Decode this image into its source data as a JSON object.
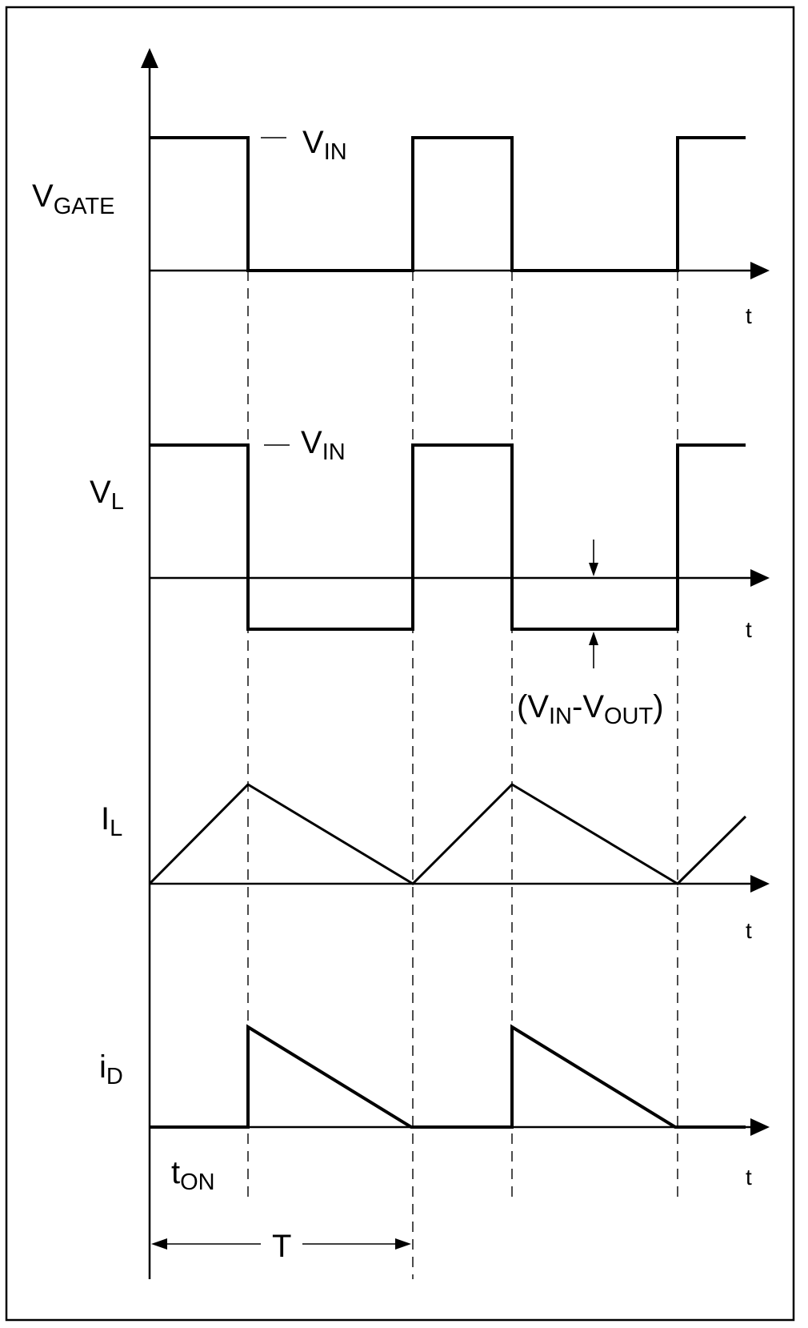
{
  "labels": {
    "vgate": {
      "main": "V",
      "sub": "GATE"
    },
    "vin_gate": {
      "main": "V",
      "sub": "IN"
    },
    "vl": {
      "main": "V",
      "sub": "L"
    },
    "vin_l": {
      "main": "V",
      "sub": "IN"
    },
    "il": {
      "main": "I",
      "sub": "L"
    },
    "id": {
      "main": "i",
      "sub": "D"
    },
    "t_axis": "t",
    "ton": {
      "main": "t",
      "sub": "ON"
    },
    "period": "T",
    "vin_minus_vout": {
      "open": "(V",
      "sub1": "IN",
      "mid": "-V",
      "sub2": "OUT",
      "close": ")"
    }
  }
}
